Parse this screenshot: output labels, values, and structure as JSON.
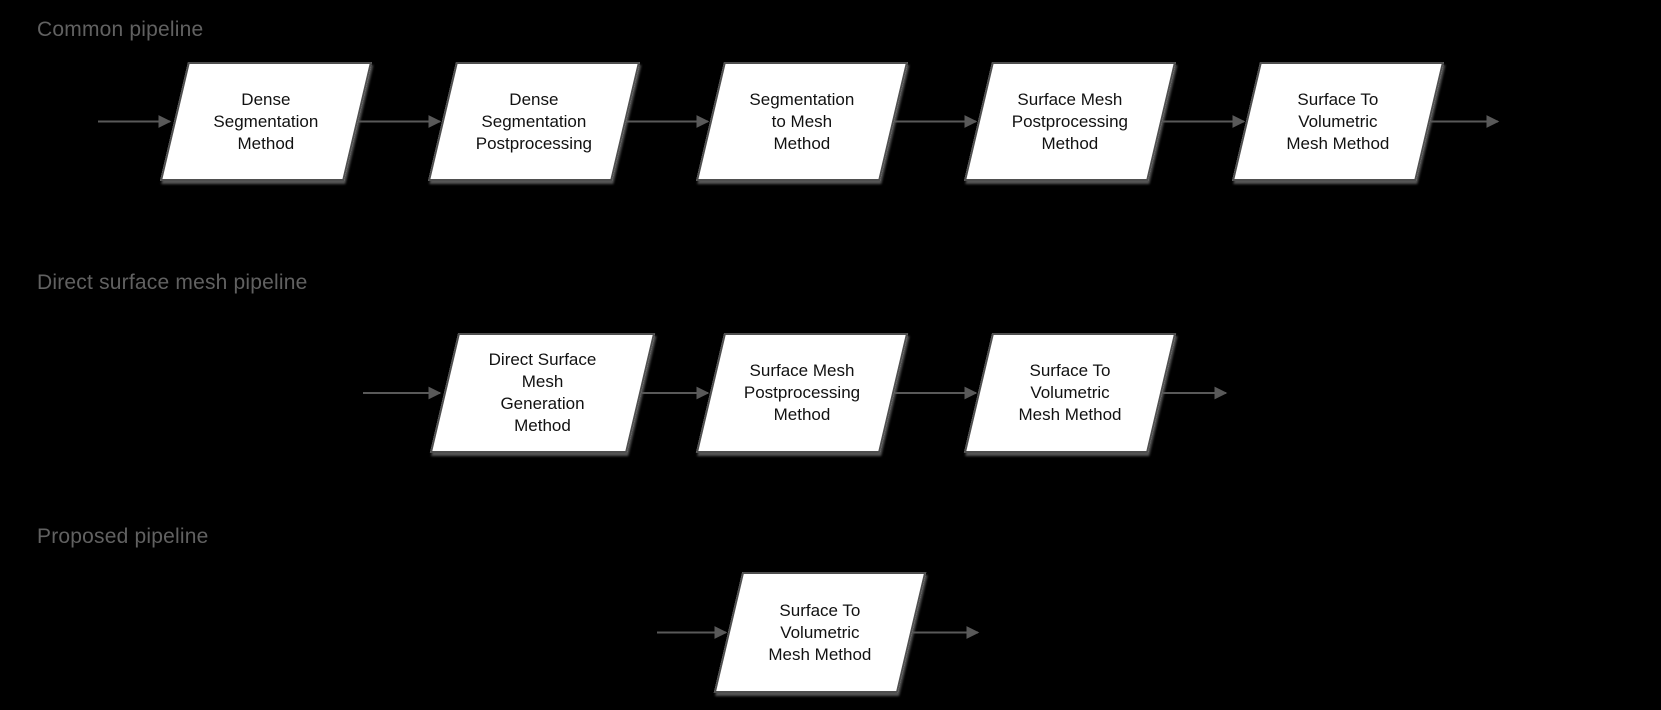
{
  "colors": {
    "background": "#000000",
    "node_fill": "#ffffff",
    "node_border": "#4f4f4f",
    "node_text": "#111111",
    "arrow": "#595959",
    "section_label": "#616161"
  },
  "sections": [
    {
      "label": "Common pipeline",
      "nodes": [
        {
          "label": "Dense\nSegmentation\nMethod"
        },
        {
          "label": "Dense\nSegmentation\nPostprocessing"
        },
        {
          "label": "Segmentation\nto Mesh\nMethod"
        },
        {
          "label": "Surface Mesh\nPostprocessing\nMethod"
        },
        {
          "label": "Surface To\nVolumetric\nMesh Method"
        }
      ]
    },
    {
      "label": "Direct surface mesh pipeline",
      "nodes": [
        {
          "label": "Direct Surface\nMesh\nGeneration\nMethod"
        },
        {
          "label": "Surface Mesh\nPostprocessing\nMethod"
        },
        {
          "label": "Surface To\nVolumetric\nMesh Method"
        }
      ]
    },
    {
      "label": "Proposed pipeline",
      "nodes": [
        {
          "label": "Surface To\nVolumetric\nMesh Method"
        }
      ]
    }
  ]
}
